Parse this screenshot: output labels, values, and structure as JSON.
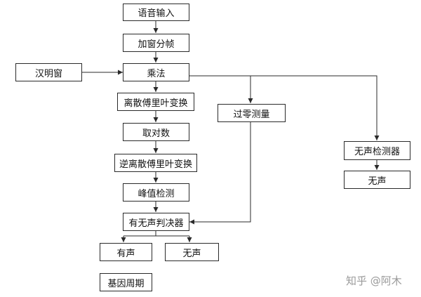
{
  "diagram": {
    "nodes": {
      "speech_input": "语音输入",
      "windowing": "加窗分帧",
      "hamming_window": "汉明窗",
      "multiply": "乘法",
      "dft": "离散傅里叶变换",
      "log": "取对数",
      "idft": "逆离散傅里叶变换",
      "peak_detect": "峰值检测",
      "voicing_decider": "有无声判决器",
      "voiced": "有声",
      "unvoiced_out": "无声",
      "pitch_period": "基因周期",
      "zero_crossing": "过零测量",
      "silence_detector": "无声检测器",
      "silence": "无声"
    },
    "edges": [
      [
        "speech_input",
        "windowing"
      ],
      [
        "windowing",
        "multiply"
      ],
      [
        "hamming_window",
        "multiply"
      ],
      [
        "multiply",
        "dft"
      ],
      [
        "multiply",
        "zero_crossing"
      ],
      [
        "multiply",
        "silence_detector"
      ],
      [
        "dft",
        "log"
      ],
      [
        "log",
        "idft"
      ],
      [
        "idft",
        "peak_detect"
      ],
      [
        "peak_detect",
        "voicing_decider"
      ],
      [
        "zero_crossing",
        "voicing_decider"
      ],
      [
        "voicing_decider",
        "voiced"
      ],
      [
        "voicing_decider",
        "unvoiced_out"
      ],
      [
        "silence_detector",
        "silence"
      ]
    ]
  },
  "watermark": "知乎 @阿木"
}
